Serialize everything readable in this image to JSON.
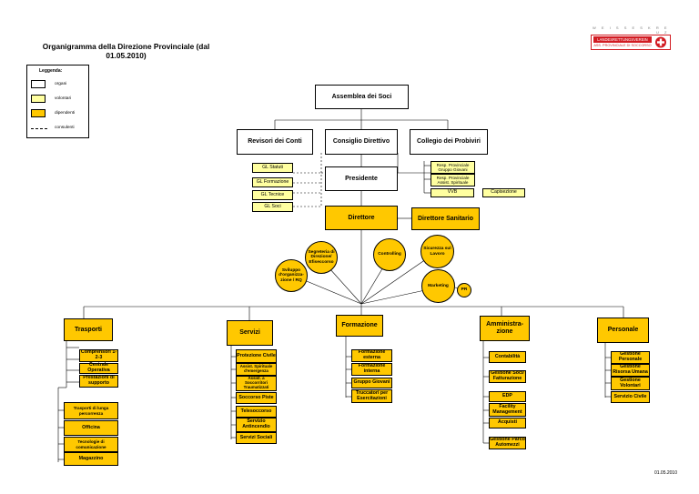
{
  "title": "Organigramma della Direzione Provinciale (dal 01.05.2010)",
  "footer_date": "01.05.2010",
  "logo": {
    "top": "W E I S S E S   K R E U Z",
    "line1": "LANDESRETTUNGSVEREIN",
    "line2": "ASS. PROVINCIALE DI SOCCORSO",
    "color": "#d21b22"
  },
  "legend": {
    "title": "Leggenda:",
    "items": [
      {
        "label": "organi",
        "color": "#ffffff"
      },
      {
        "label": "volontari",
        "color": "#ffffa0"
      },
      {
        "label": "dipendenti",
        "color": "#ffc800"
      },
      {
        "label": "consulenti",
        "color": "dashed"
      }
    ]
  },
  "colors": {
    "organ": "#ffffff",
    "volunteer": "#ffffa0",
    "employee": "#ffc800"
  },
  "top": {
    "assemblea": "Assemblea dei Soci",
    "revisori": "Revisori dei Conti",
    "consiglio": "Consiglio Direttivo",
    "probiviri": "Collegio dei Probiviri",
    "presidente": "Presidente",
    "direttore": "Direttore",
    "direttore_sanitario": "Direttore Sanitario",
    "gl": [
      "GL Statuti",
      "GL Formazione",
      "GL Tecnice",
      "GL Soci"
    ],
    "resp_giovani": "Resp. Provinciale Gruppo Giovani",
    "resp_assist": "Resp. Provinciale Assist. Spirituale",
    "vvb": "VVB",
    "capisezione": "Capisezione"
  },
  "staff": {
    "sviluppo": "Sviluppo d'organizza-zione / RQ",
    "segreteria": "Segreteria di Direzione/ Efiseccorso",
    "controlling": "Controlling",
    "sicurezza": "Sicurezza sul Lavoro",
    "marketing": "Marketing",
    "pr": "PR"
  },
  "areas": {
    "trasporti": {
      "title": "Trasporti",
      "items": [
        "Comprensori 1-2-3",
        "Centrale Operativa",
        "Prestazioni di supporto",
        "Trasporti di lunga percorrenza",
        "Officina",
        "Tecnologie di comunicazione",
        "Magazzino"
      ]
    },
    "servizi": {
      "title": "Servizi",
      "items": [
        "Protezione Civile",
        "Assist. Spirituale d'emergenza",
        "Assist. a Soccorritori Traumatizzati",
        "Soccorso Piste",
        "Telesoccorso",
        "Servizio Antincendio",
        "Servizi Sociali"
      ]
    },
    "formazione": {
      "title": "Formazione",
      "items": [
        "Formazione esterna",
        "Formazione interna",
        "Gruppo Giovani",
        "Truccatori per Esercitazioni"
      ]
    },
    "amministrazione": {
      "title": "Amministra-zione",
      "items": [
        "Contabilità",
        "Gestione Soci/ Fatturazione",
        "EDP",
        "Facility Management",
        "Acquisti",
        "Gestione Parco Automezzi"
      ]
    },
    "personale": {
      "title": "Personale",
      "items": [
        "Gestione Personale",
        "Gestione Risorsa Umana",
        "Gestione Volontari",
        "Servizio Civile"
      ]
    }
  }
}
